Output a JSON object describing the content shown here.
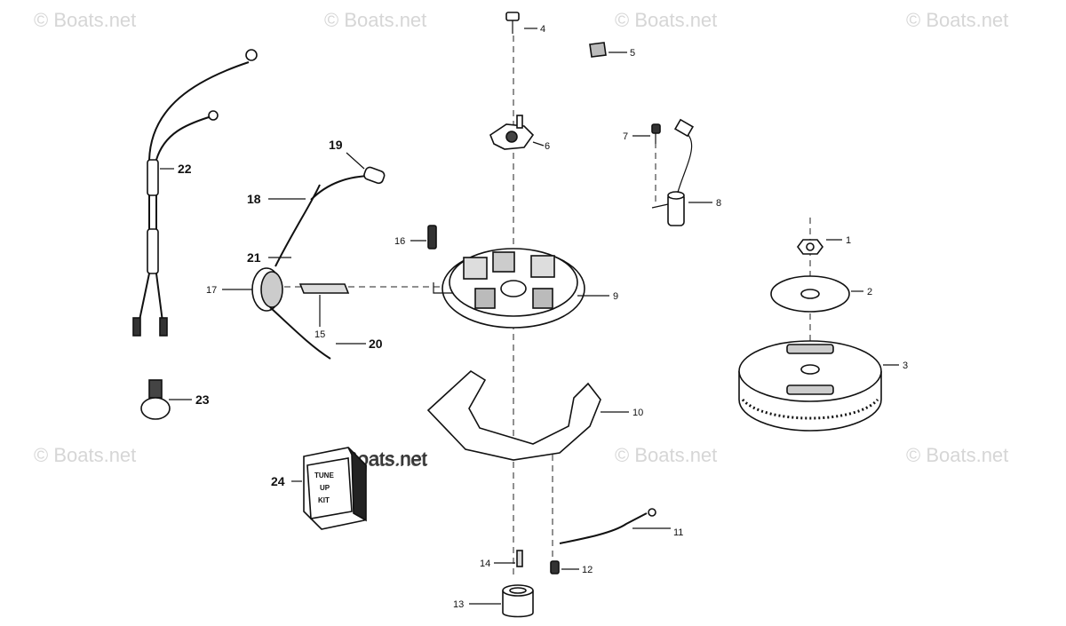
{
  "watermark": "© Boats.net",
  "kit_label": [
    "TUNE",
    "UP",
    "KIT"
  ],
  "callouts": {
    "c1": "1",
    "c2": "2",
    "c3": "3",
    "c4": "4",
    "c5": "5",
    "c6": "6",
    "c7": "7",
    "c8": "8",
    "c9": "9",
    "c10": "10",
    "c11": "11",
    "c12": "12",
    "c13": "13",
    "c14": "14",
    "c15": "15",
    "c16": "16",
    "c17": "17",
    "c18": "18",
    "c19": "19",
    "c20": "20",
    "c21": "21",
    "c22": "22",
    "c23": "23",
    "c24": "24"
  }
}
